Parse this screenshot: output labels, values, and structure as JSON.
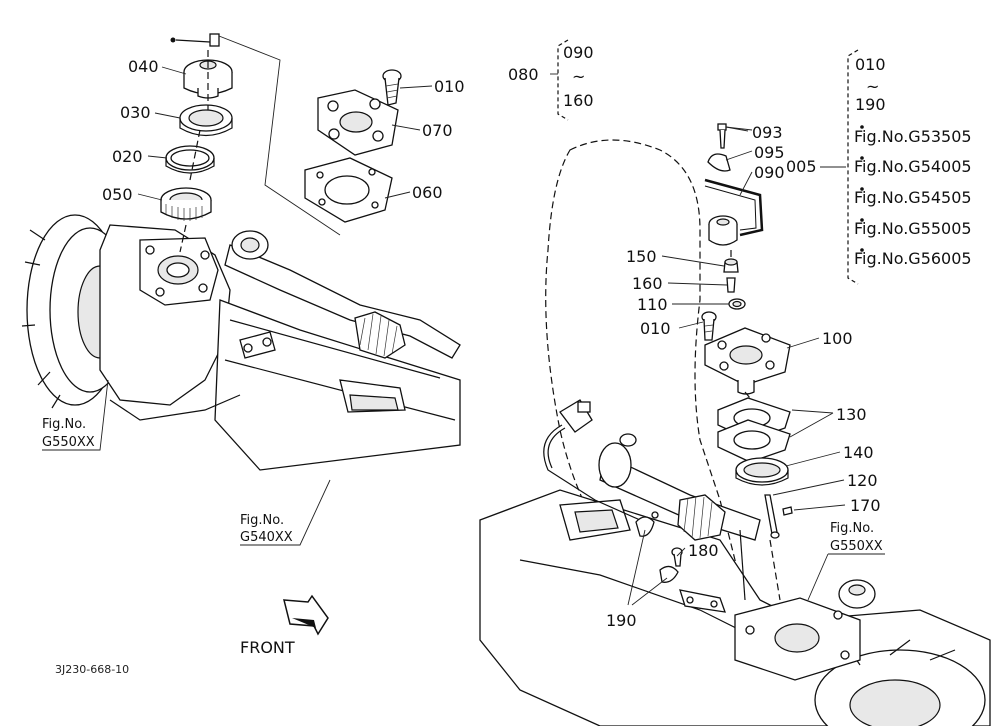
{
  "callouts": {
    "c040": "040",
    "c030": "030",
    "c020": "020",
    "c050": "050",
    "c010a": "010",
    "c070": "070",
    "c060": "060",
    "c080": "080",
    "c090r": "090",
    "c160r": "160",
    "c010r": "010",
    "c190r": "190",
    "c005": "005",
    "c093": "093",
    "c095": "095",
    "c090": "090",
    "c150": "150",
    "c160": "160",
    "c110": "110",
    "c010b": "010",
    "c100": "100",
    "c130": "130",
    "c140": "140",
    "c120": "120",
    "c170": "170",
    "c180": "180",
    "c190": "190"
  },
  "tilde": "~",
  "fig_refs": [
    "Fig.No.G53505",
    "Fig.No.G54005",
    "Fig.No.G54505",
    "Fig.No.G55005",
    "Fig.No.G56005"
  ],
  "fig_labels": {
    "left_top": "Fig.No.",
    "left_bottom": "G550XX",
    "mid_top": "Fig.No.",
    "mid_bottom": "G540XX",
    "right_top": "Fig.No.",
    "right_bottom": "G550XX"
  },
  "front_label": "FRONT",
  "drawing_code": "3J230-668-10"
}
